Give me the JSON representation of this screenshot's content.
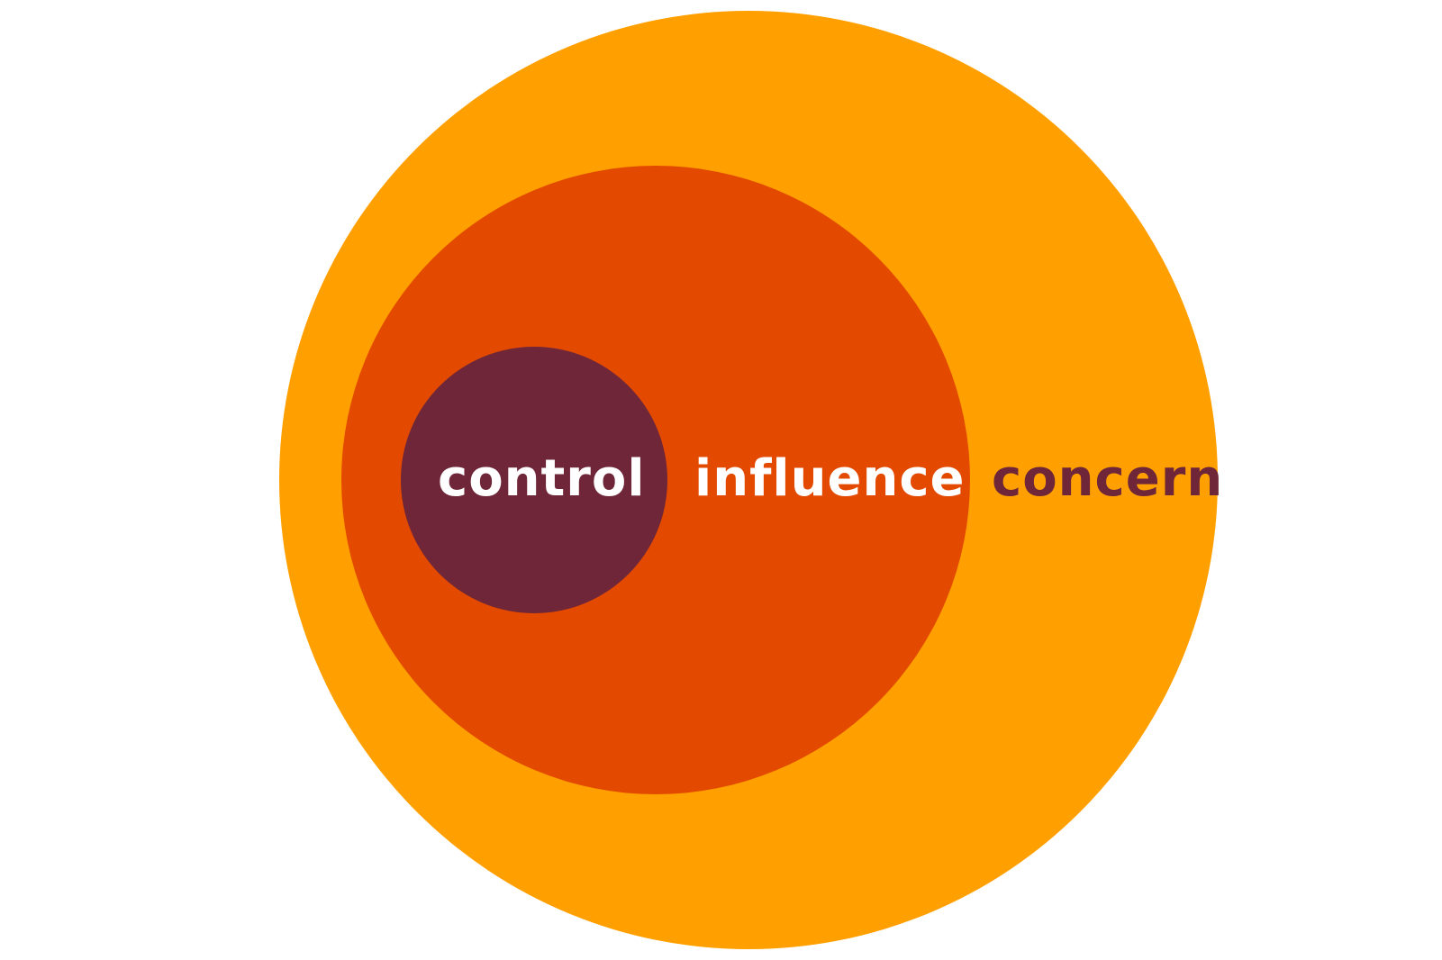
{
  "diagram": {
    "circles": [
      {
        "id": "concern",
        "label": "concern",
        "fill": "#FFA000",
        "label_color": "#6E2638"
      },
      {
        "id": "influence",
        "label": "influence",
        "fill": "#E34A00",
        "label_color": "#FFFFFF"
      },
      {
        "id": "control",
        "label": "control",
        "fill": "#6E2638",
        "label_color": "#FFFFFF"
      }
    ]
  }
}
